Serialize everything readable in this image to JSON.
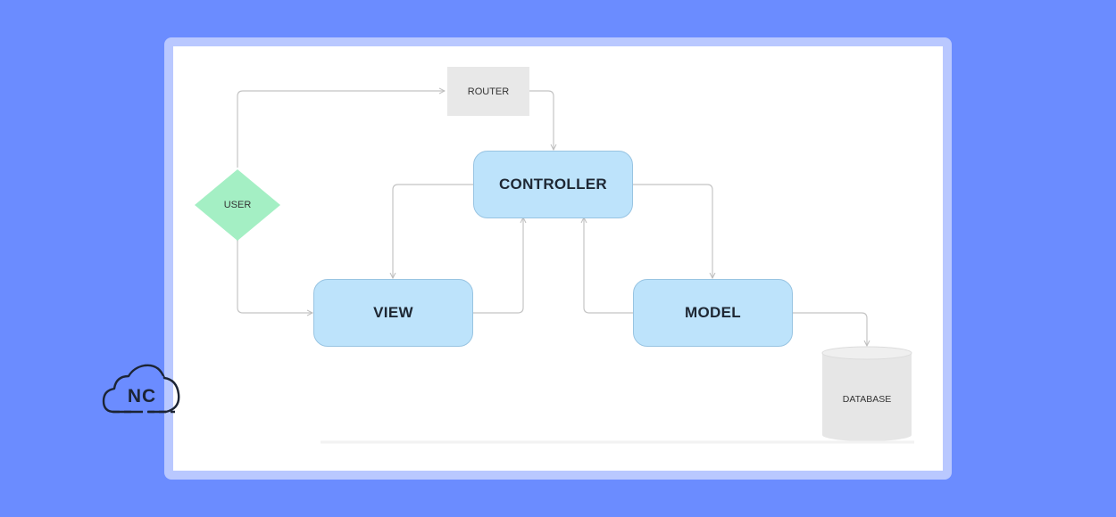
{
  "nodes": {
    "router": "ROUTER",
    "controller": "CONTROLLER",
    "user": "USER",
    "view": "VIEW",
    "model": "MODEL",
    "database": "DATABASE"
  },
  "logo": {
    "text": "NC"
  },
  "colors": {
    "background": "#6b8cff",
    "frame": "#b9c8ff",
    "main_box": "#bde3fb",
    "main_border": "#98c4e2",
    "user_diamond": "#a4efc4",
    "router_box": "#e8e8e8",
    "database": "#e6e6e6",
    "connector": "#c4c4c4"
  }
}
